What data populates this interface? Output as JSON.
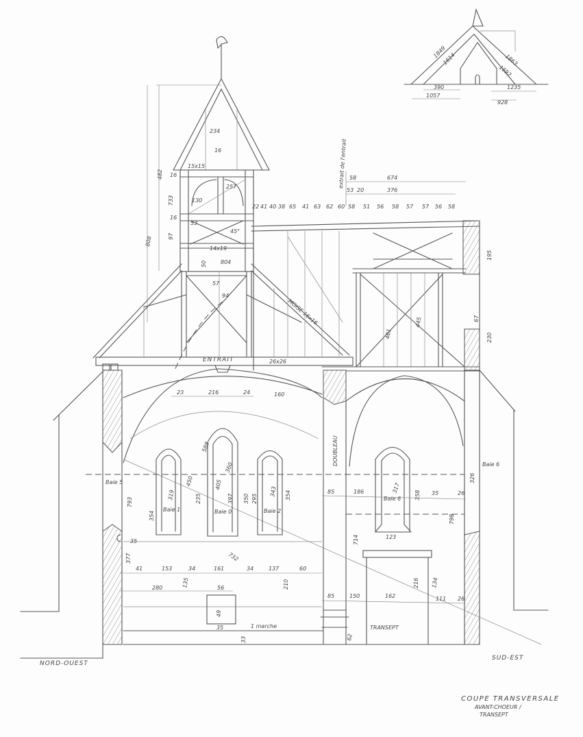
{
  "title": {
    "line1": "COUPE TRANSVERSALE",
    "line2": "AVANT-CHOEUR /",
    "line3": "TRANSEPT"
  },
  "orientation": {
    "left": "NORD-OUEST",
    "right": "SUD-EST"
  },
  "labels": {
    "entrait": "ENTRAIT",
    "entrait_section": "26x26",
    "doubleau": "DOUBLEAU",
    "transept": "TRANSEPT",
    "marche": "1 marche",
    "faitage": "extrait de l'entrait",
    "moise": "MOISE 16x16"
  },
  "windows": [
    {
      "name": "Baie 1",
      "height": "319"
    },
    {
      "name": "Baie 0",
      "height": "405"
    },
    {
      "name": "Baie 2",
      "height": "343"
    },
    {
      "name": "Baie 6",
      "height": "317",
      "width": "123"
    }
  ],
  "left_wall": {
    "name": "Baie 5",
    "height": "793"
  },
  "right_wall": {
    "name": "Baie 6",
    "height": "798"
  },
  "rafter_spacings": [
    "22",
    "41",
    "40",
    "38",
    "65",
    "41",
    "63",
    "62",
    "60",
    "58",
    "51",
    "56",
    "58",
    "57",
    "57",
    "56",
    "58"
  ],
  "transept_roof_dims": [
    "58",
    "674",
    "53",
    "20",
    "376"
  ],
  "belfry_dims": [
    "234",
    "16",
    "15x15",
    "257",
    "130",
    "16",
    "733",
    "16",
    "97",
    "53",
    "45°",
    "808",
    "482",
    "14x19",
    "50",
    "804",
    "94",
    "57"
  ],
  "nave_dims": [
    "23",
    "216",
    "24",
    "160",
    "588",
    "450",
    "360",
    "235",
    "350",
    "295",
    "354",
    "354",
    "397",
    "35",
    "41",
    "153",
    "34",
    "161",
    "34",
    "137",
    "60",
    "280",
    "56",
    "135",
    "732",
    "377",
    "210",
    "49",
    "35",
    "33"
  ],
  "transept_dims": [
    "85",
    "186",
    "358",
    "35",
    "26",
    "714",
    "798",
    "216",
    "134",
    "85",
    "150",
    "162",
    "111",
    "26",
    "62",
    "326",
    "195",
    "230",
    "67",
    "445",
    "461"
  ],
  "inset": {
    "dims": [
      "1849",
      "1614",
      "1863",
      "1692",
      "390",
      "1057",
      "1235",
      "928"
    ]
  },
  "colors": {
    "pencil": "#555555",
    "paper": "#fdfdfd"
  }
}
